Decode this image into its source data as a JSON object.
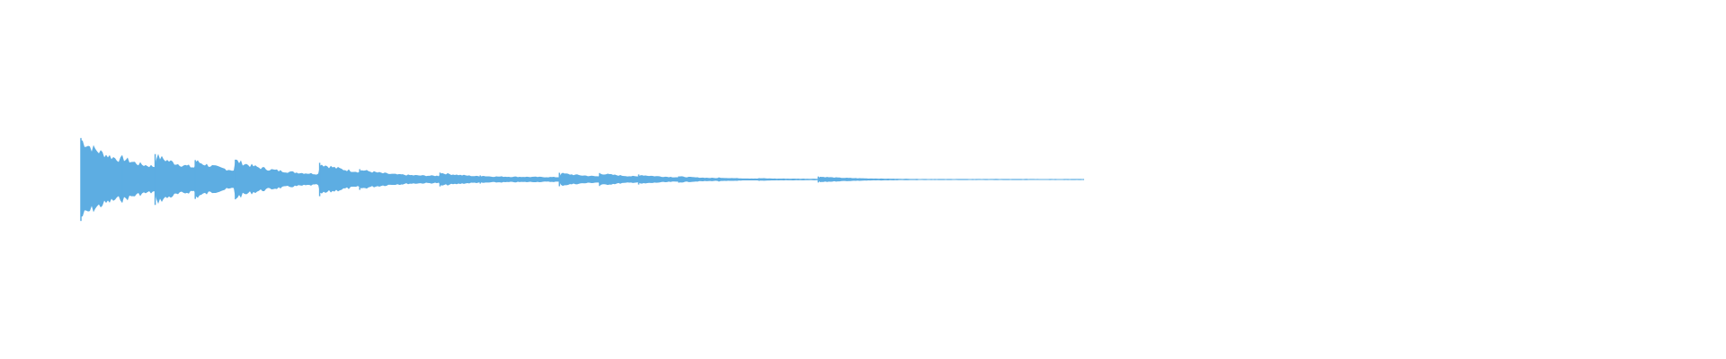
{
  "waveform": {
    "color": "#5dade2",
    "onsets": [
      {
        "t": 0.0,
        "amp": 1.0
      },
      {
        "t": 0.041,
        "amp": 0.55
      },
      {
        "t": 0.074,
        "amp": 0.62
      },
      {
        "t": 0.114,
        "amp": 0.48
      },
      {
        "t": 0.154,
        "amp": 0.5
      },
      {
        "t": 0.205,
        "amp": 0.14
      },
      {
        "t": 0.238,
        "amp": 0.44
      },
      {
        "t": 0.278,
        "amp": 0.28
      },
      {
        "t": 0.318,
        "amp": 0.15
      },
      {
        "t": 0.358,
        "amp": 0.2
      },
      {
        "t": 0.398,
        "amp": 0.12
      },
      {
        "t": 0.477,
        "amp": 0.22
      },
      {
        "t": 0.517,
        "amp": 0.22
      },
      {
        "t": 0.556,
        "amp": 0.18
      },
      {
        "t": 0.596,
        "amp": 0.12
      },
      {
        "t": 0.636,
        "amp": 0.08
      },
      {
        "t": 0.676,
        "amp": 0.06
      },
      {
        "t": 0.735,
        "amp": 0.15
      },
      {
        "t": 0.81,
        "amp": 0.04
      }
    ],
    "tail_end": 1.0
  }
}
